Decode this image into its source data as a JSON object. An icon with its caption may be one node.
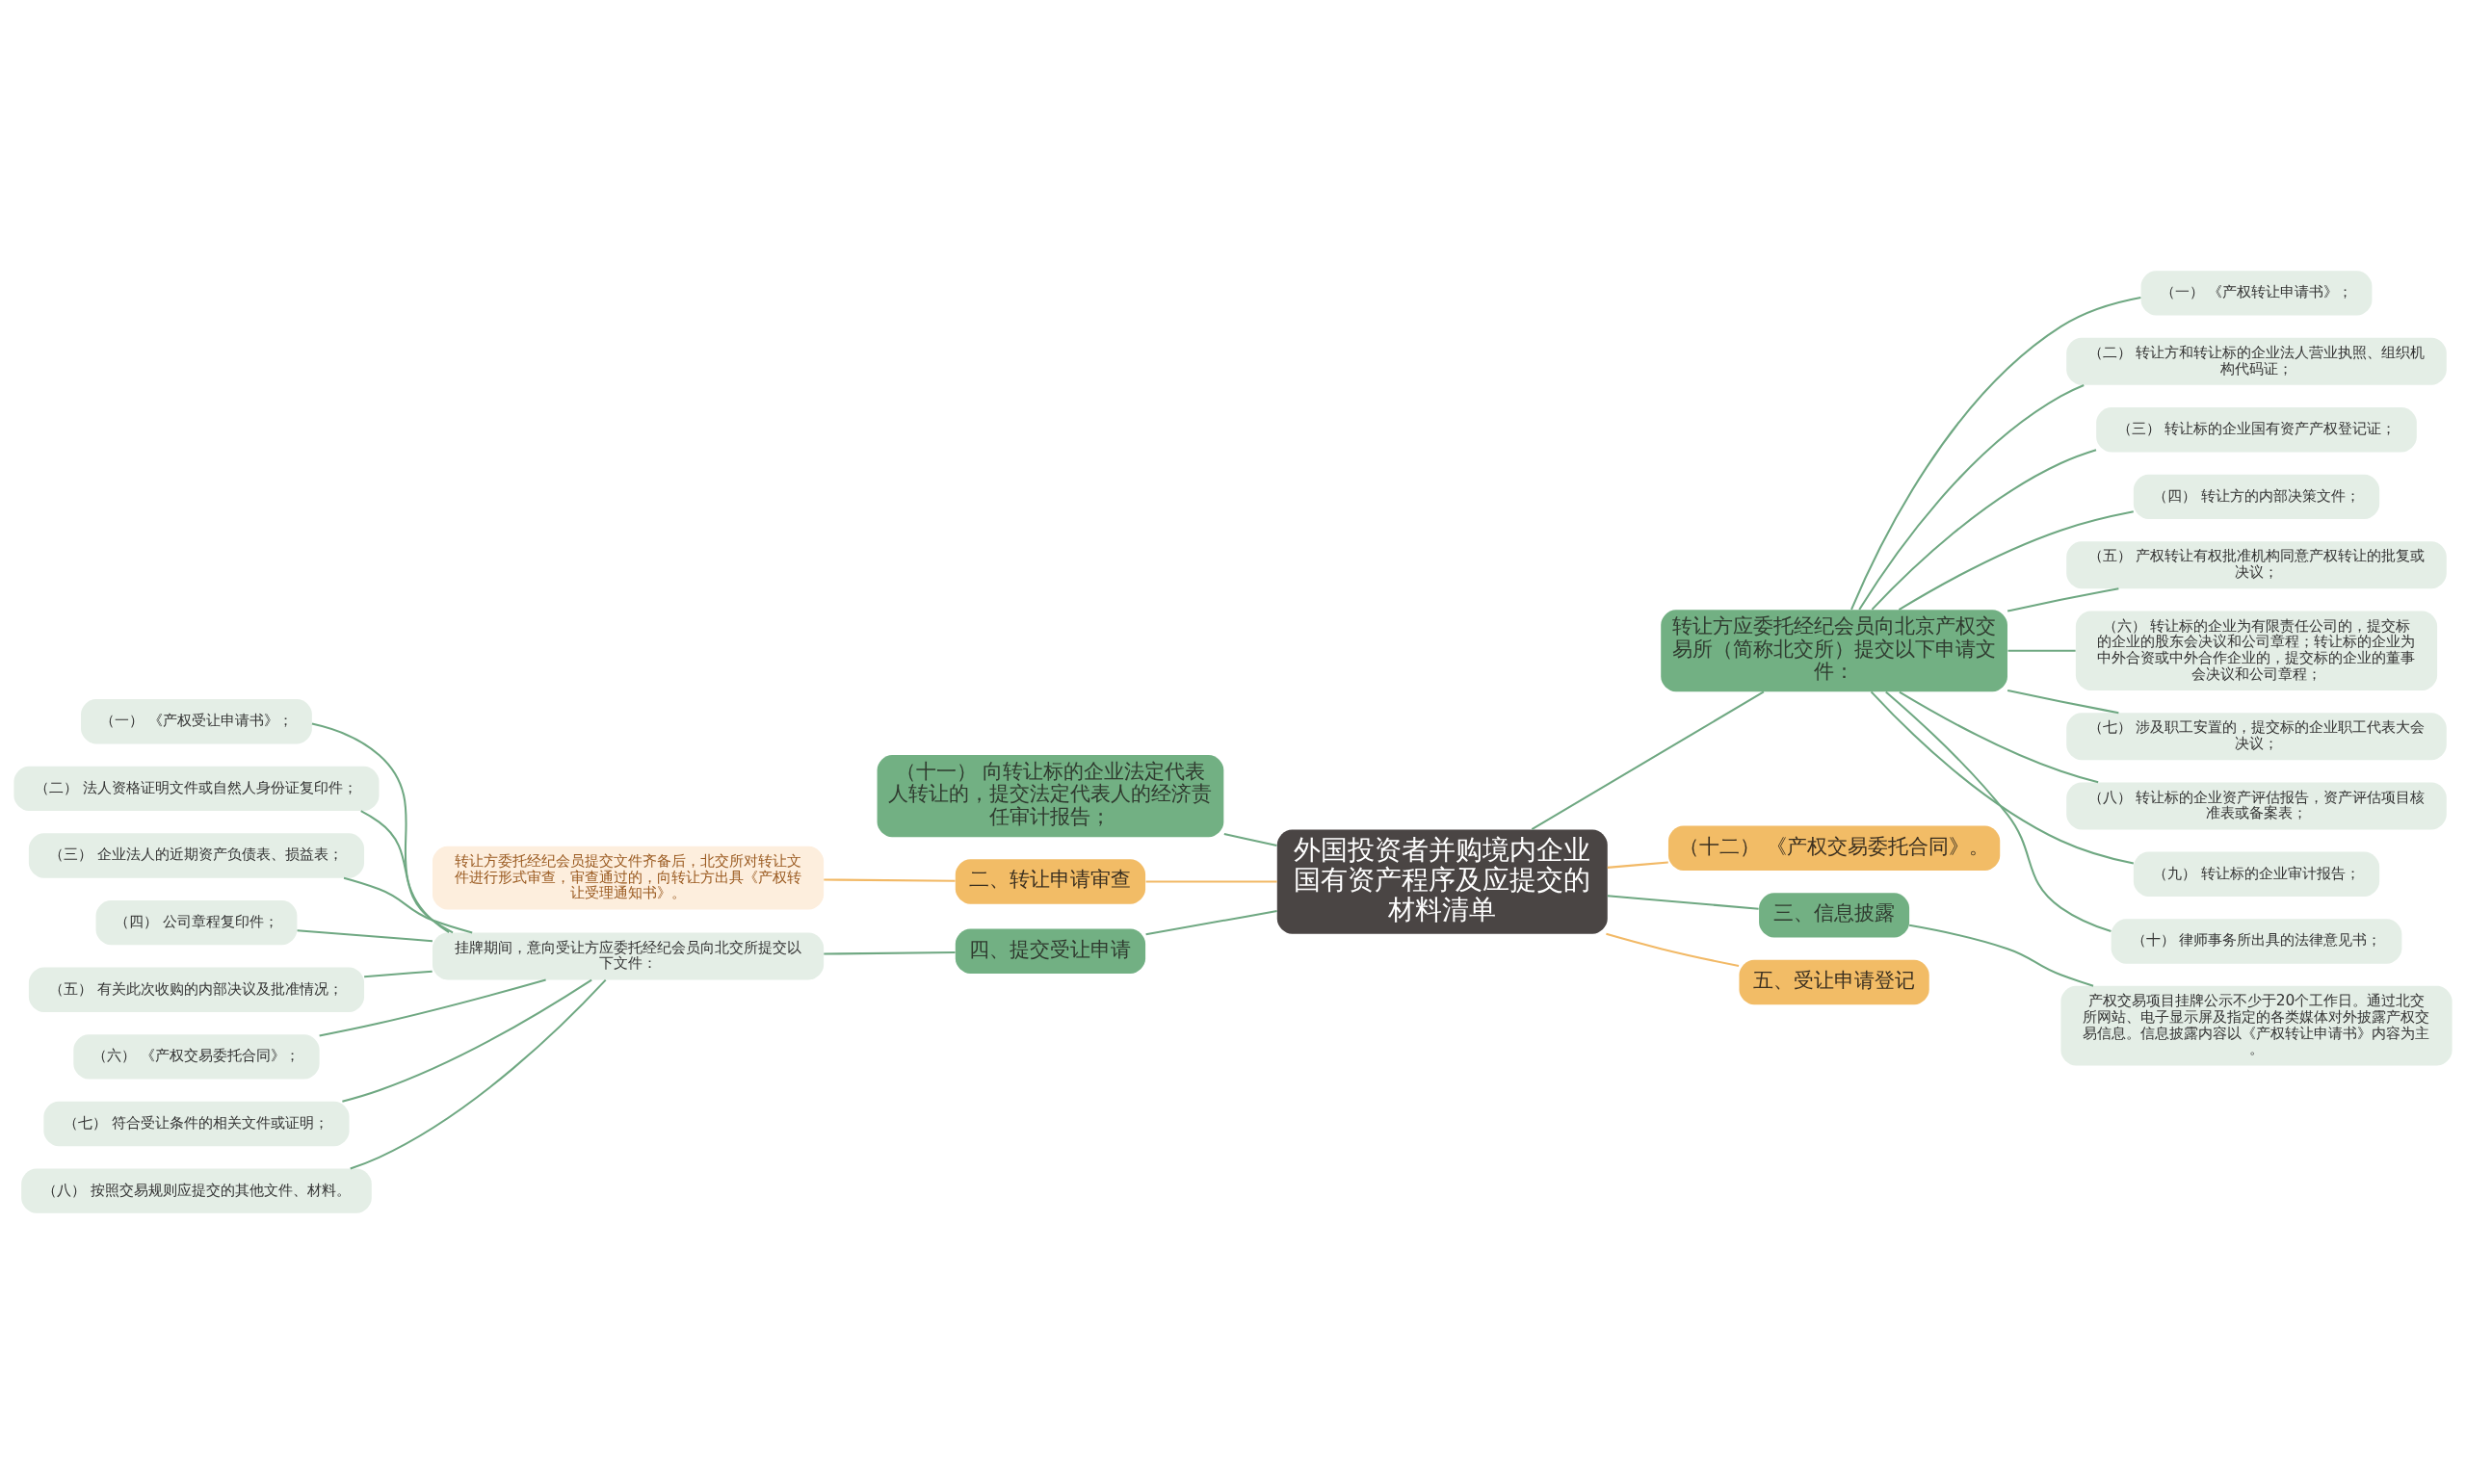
{
  "diagram": {
    "nodes": [
      {
        "text": [
          "外国投资者并购境内企业国有资产程序及应提交的材料清单"
        ]
      },
      {
        "text": [
          "转让方应委托经纪会员向北京产权交易所（简称北交所）提交以下申请文件："
        ]
      },
      {
        "text": [
          "（一） 《产权转让申请书》；"
        ]
      },
      {
        "text": [
          "（二） 转让方和转让标的企业法人营业执照、组织机构代码证；"
        ]
      },
      {
        "text": [
          "（三） 转让标的企业国有资产产权登记证；"
        ]
      },
      {
        "text": [
          "（四） 转让方的内部决策文件；"
        ]
      },
      {
        "text": [
          "（五） 产权转让有权批准机构同意产权转让的批复或决议；"
        ]
      },
      {
        "text": [
          "（六） 转让标的企业为有限责任公司的，提交标的企业的股东会决议和公司章程；转让标的企业为中外合资或中外合作企业的，提交标的企业的董事会决议和公司章程；"
        ]
      },
      {
        "text": [
          "（七） 涉及职工安置的，提交标的企业职工代表大会决议；"
        ]
      },
      {
        "text": [
          "（八） 转让标的企业资产评估报告，资产评估项目核准表或备案表；"
        ]
      },
      {
        "text": [
          "（九） 转让标的企业审计报告；"
        ]
      },
      {
        "text": [
          "（十） 律师事务所出具的法律意见书；"
        ]
      },
      {
        "text": [
          "（十一） 向转让标的企业法定代表人转让的，提交法定代表人的经济责任审计报告；"
        ]
      },
      {
        "text": [
          "二、转让申请审查"
        ]
      },
      {
        "text": [
          "转让方委托经纪会员提交文件齐备后，北交所对转让文件进行形式审查，审查通过的，向转让方出具《产权转让受理通知书》。"
        ]
      },
      {
        "text": [
          "（十二） 《产权交易委托合同》。"
        ]
      },
      {
        "text": [
          "三、信息披露"
        ]
      },
      {
        "text": [
          "产权交易项目挂牌公示不少于20个工作日。通过北交所网站、电子显示屏及指定的各类媒体对外披露产权交易信息。信息披露内容以《产权转让申请书》内容为主。"
        ]
      },
      {
        "text": [
          "四、提交受让申请"
        ]
      },
      {
        "text": [
          "挂牌期间，意向受让方应委托经纪会员向北交所提交以下文件："
        ]
      },
      {
        "text": [
          "（一） 《产权受让申请书》；"
        ]
      },
      {
        "text": [
          "（二） 法人资格证明文件或自然人身份证复印件；"
        ]
      },
      {
        "text": [
          "（三） 企业法人的近期资产负债表、损益表；"
        ]
      },
      {
        "text": [
          "（四） 公司章程复印件；"
        ]
      },
      {
        "text": [
          "（五） 有关此次收购的内部决议及批准情况；"
        ]
      },
      {
        "text": [
          "（六） 《产权交易委托合同》；"
        ]
      },
      {
        "text": [
          "（七） 符合受让条件的相关文件或证明；"
        ]
      },
      {
        "text": [
          "（八） 按照交易规则应提交的其他文件、材料。"
        ]
      },
      {
        "text": [
          "五、受让申请登记"
        ]
      }
    ],
    "edges": [
      {
        "from": 0,
        "to": 1,
        "arrow": "none"
      },
      {
        "from": 1,
        "to": 2,
        "arrow": "none"
      },
      {
        "from": 1,
        "to": 3,
        "arrow": "none"
      },
      {
        "from": 1,
        "to": 4,
        "arrow": "none"
      },
      {
        "from": 1,
        "to": 5,
        "arrow": "none"
      },
      {
        "from": 1,
        "to": 6,
        "arrow": "none"
      },
      {
        "from": 1,
        "to": 7,
        "arrow": "none"
      },
      {
        "from": 1,
        "to": 8,
        "arrow": "none"
      },
      {
        "from": 1,
        "to": 9,
        "arrow": "none"
      },
      {
        "from": 1,
        "to": 10,
        "arrow": "none"
      },
      {
        "from": 1,
        "to": 11,
        "arrow": "none"
      },
      {
        "from": 0,
        "to": 12,
        "arrow": "none"
      },
      {
        "from": 0,
        "to": 13,
        "arrow": "none",
        "color": "#f2b966"
      },
      {
        "from": 13,
        "to": 14,
        "arrow": "none",
        "color": "#f2b966"
      },
      {
        "from": 0,
        "to": 15,
        "arrow": "none",
        "color": "#f2b966"
      },
      {
        "from": 0,
        "to": 16,
        "arrow": "none"
      },
      {
        "from": 16,
        "to": 17,
        "arrow": "none"
      },
      {
        "from": 0,
        "to": 18,
        "arrow": "none"
      },
      {
        "from": 18,
        "to": 19,
        "arrow": "none"
      },
      {
        "from": 19,
        "to": 20,
        "arrow": "none"
      },
      {
        "from": 19,
        "to": 21,
        "arrow": "none"
      },
      {
        "from": 19,
        "to": 22,
        "arrow": "none"
      },
      {
        "from": 19,
        "to": 23,
        "arrow": "none"
      },
      {
        "from": 19,
        "to": 24,
        "arrow": "none"
      },
      {
        "from": 19,
        "to": 25,
        "arrow": "none"
      },
      {
        "from": 19,
        "to": 26,
        "arrow": "none"
      },
      {
        "from": 19,
        "to": 27,
        "arrow": "none"
      },
      {
        "from": 0,
        "to": 28,
        "arrow": "none",
        "color": "#f2b966"
      }
    ]
  }
}
